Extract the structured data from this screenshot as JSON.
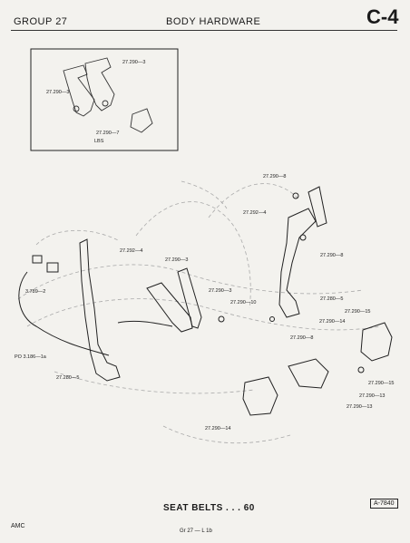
{
  "header": {
    "group": "GROUP 27",
    "title": "BODY HARDWARE",
    "section": "C-4"
  },
  "labels": {
    "inset_top": "27.290—3",
    "inset_left": "27.290—3",
    "inset_bottom": "27.290—7",
    "inset_lbs": "LBS",
    "r_top": "27.290—8",
    "r_mid": "27.292—4",
    "r_right": "27.290—8",
    "l_upper": "27.292—4",
    "c_upper": "27.290—3",
    "c_mid": "27.290—3",
    "c_lower": "27.290—10",
    "l_mid": "3.789—2",
    "r_lower": "27.280—5",
    "r_15a": "27.290—15",
    "r_14": "27.290—14",
    "c_8": "27.290—8",
    "po": "PO 3.186—1a",
    "l_lower": "27.280—5",
    "r_15b": "27.290—15",
    "r_13a": "27.290—13",
    "r_13b": "27.290—13",
    "b_14": "27.290—14"
  },
  "footer": {
    "title": "SEAT BELTS . . . 60",
    "code": "A-7840",
    "brand": "AMC",
    "page_ref": "Gr 27 — L 1b"
  }
}
